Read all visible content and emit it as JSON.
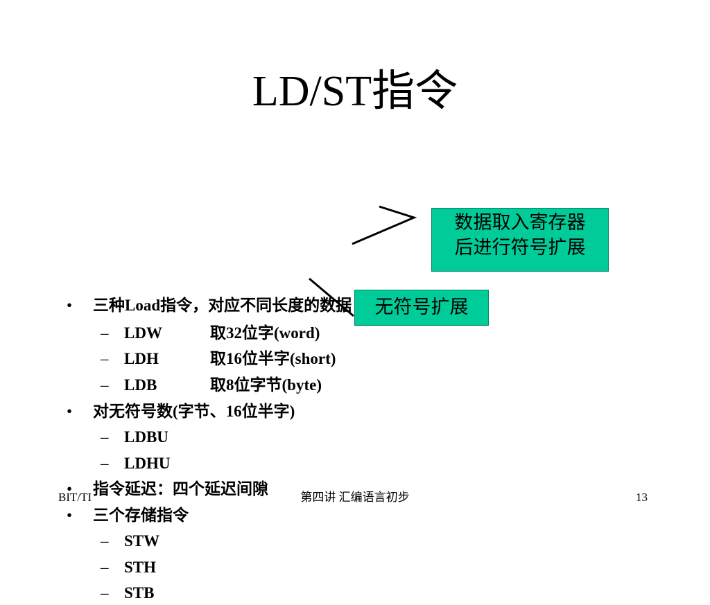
{
  "slide": {
    "title": "LD/ST指令",
    "items": [
      {
        "level": 1,
        "marker": "•",
        "text": "三种Load指令，对应不同长度的数据"
      },
      {
        "level": 2,
        "marker": "–",
        "code": "LDW",
        "desc": "取32位字(word)"
      },
      {
        "level": 2,
        "marker": "–",
        "code": "LDH",
        "desc": "取16位半字(short)"
      },
      {
        "level": 2,
        "marker": "–",
        "code": "LDB",
        "desc": "取8位字节(byte)"
      },
      {
        "level": 1,
        "marker": "•",
        "text": "对无符号数(字节、16位半字)"
      },
      {
        "level": 2,
        "marker": "–",
        "text": "LDBU"
      },
      {
        "level": 2,
        "marker": "–",
        "text": "LDHU"
      },
      {
        "level": 1,
        "marker": "•",
        "text": "指令延迟：四个延迟间隙"
      },
      {
        "level": 1,
        "marker": "•",
        "text": "三个存储指令"
      },
      {
        "level": 2,
        "marker": "–",
        "text": "STW"
      },
      {
        "level": 2,
        "marker": "–",
        "text": "STH"
      },
      {
        "level": 2,
        "marker": "–",
        "text": "STB"
      }
    ],
    "callouts": {
      "sign_extend_line1": "数据取入寄存器",
      "sign_extend_line2": "后进行符号扩展",
      "zero_extend": "无符号扩展"
    },
    "callout_color": "#00cc99"
  },
  "footer": {
    "left": "BIT/TI",
    "center": "第四讲 汇编语言初步",
    "page_number": "13"
  }
}
